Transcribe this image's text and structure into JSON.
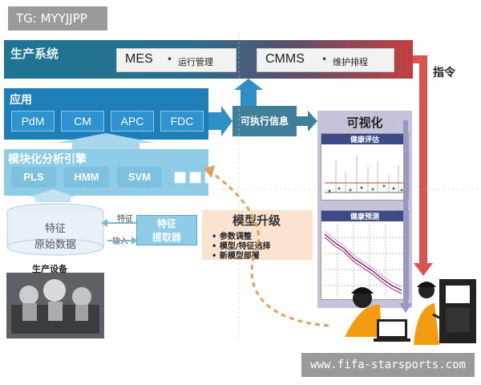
{
  "tag": "TG: MYYJJPP",
  "watermark": "www.fifa-starsports.com",
  "production_system": {
    "title": "生产系统",
    "systems": [
      {
        "name": "MES",
        "desc": "运行管理"
      },
      {
        "name": "CMMS",
        "desc": "维护排程"
      }
    ]
  },
  "command_label": "指令",
  "application": {
    "title": "应用",
    "buttons": [
      "PdM",
      "CM",
      "APC",
      "FDC"
    ]
  },
  "executable_info": "可执行信息",
  "engine": {
    "title": "模块化分析引擎",
    "buttons": [
      "PLS",
      "HMM",
      "SVM"
    ],
    "more": "■■■"
  },
  "visualization": {
    "title": "可视化",
    "health_assessment": "健康评估",
    "health_prediction": "健康预测"
  },
  "data_store": {
    "feature": "特征",
    "raw_data": "原始数据"
  },
  "flow_labels": {
    "feature": "特征",
    "input": "输入"
  },
  "extractor": {
    "line1": "特征",
    "line2": "提取器"
  },
  "model_upgrade": {
    "title": "模型升级",
    "items": [
      "参数调整",
      "模型/特征选择",
      "新模型部署"
    ]
  },
  "device_label": "生产设备",
  "colors": {
    "production_bar_start": "#1d7593",
    "production_bar_end": "#c2403f",
    "application_bar": "#1e7fb8",
    "engine_bar": "#8ecbe6",
    "visualization_panel": "#c5c3dc",
    "upgrade_box": "#fbe3cf",
    "arrow_orange": "#e0a060",
    "command_arrow": "#d9534f"
  }
}
